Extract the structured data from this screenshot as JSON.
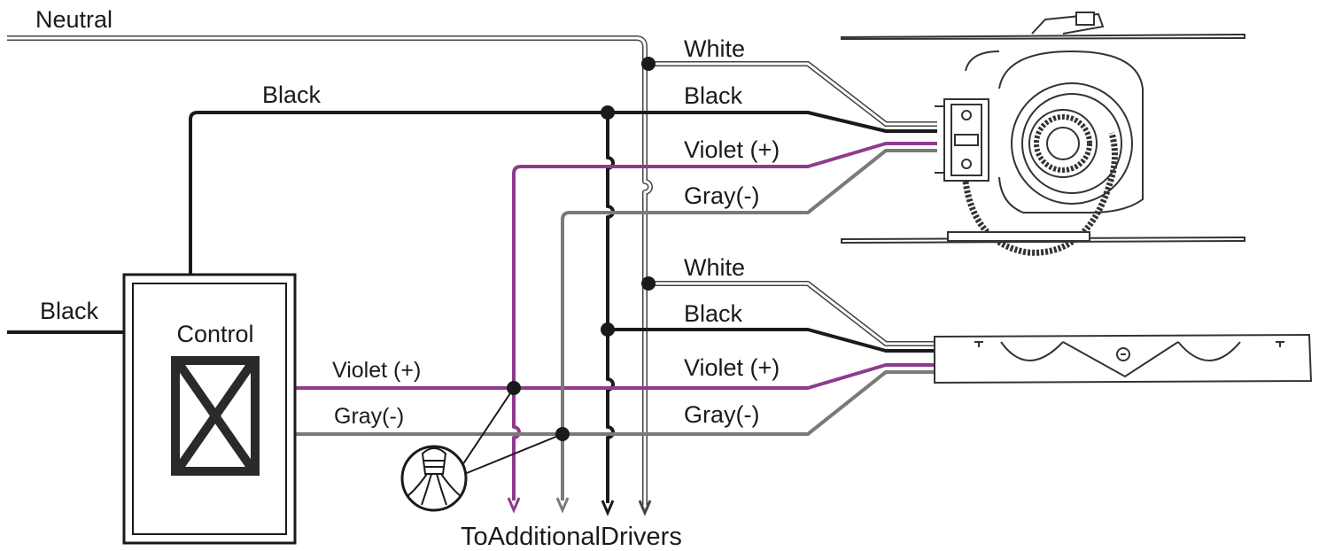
{
  "labels": {
    "neutral": "Neutral",
    "black_top": "Black",
    "black_line": "Black",
    "control": "Control",
    "violet_control": "Violet (+)",
    "gray_control": "Gray(-)",
    "footer": "ToAdditionalDrivers",
    "fixture1": {
      "white": "White",
      "black": "Black",
      "violet": "Violet (+)",
      "gray": "Gray(-)"
    },
    "fixture2": {
      "white": "White",
      "black": "Black",
      "violet": "Violet (+)",
      "gray": "Gray(-)"
    }
  },
  "colors": {
    "black_wire": "#1a1a1a",
    "violet_wire": "#8e3b8e",
    "gray_wire": "#7a7a7a",
    "white_wire": "#ffffff",
    "outline": "#333333"
  },
  "icons": [
    "wire-nut-icon",
    "control-symbol-icon",
    "recessed-downlight-icon",
    "linear-fixture-icon"
  ]
}
